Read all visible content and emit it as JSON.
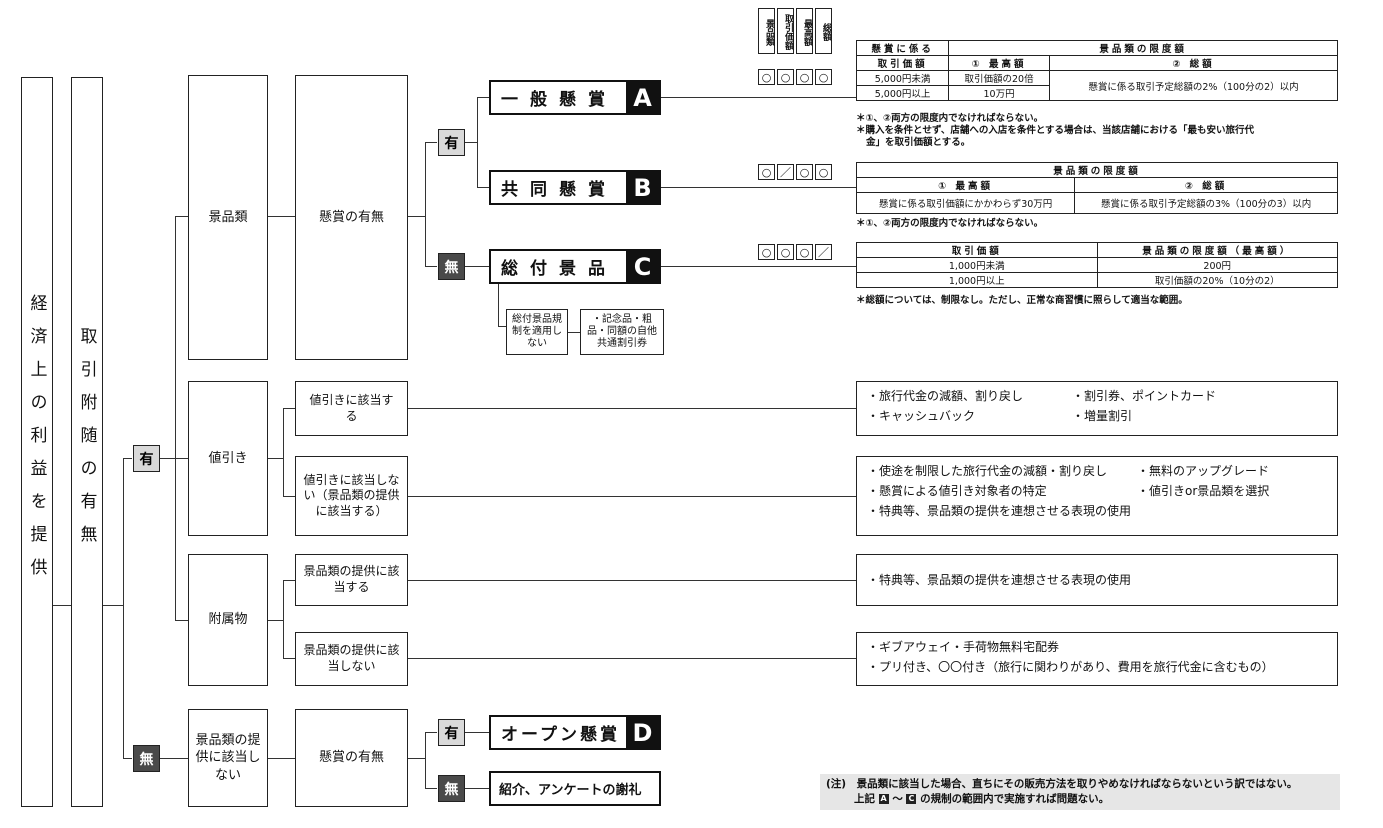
{
  "col1": "経済上の利益を提供",
  "col2": "取引附随の有無",
  "yes": "有",
  "no": "無",
  "keihin": "景品類",
  "kensho_umu": "懸賞の有無",
  "nebiki": "値引き",
  "fuzoku": "附属物",
  "not_keihin": "景品類の提供に該当しない",
  "nebiki_yes": "値引きに該当する",
  "nebiki_no": "値引きに該当しない（景品類の提供に該当する）",
  "fuzoku_yes": "景品類の提供に該当する",
  "fuzoku_no": "景品類の提供に該当しない",
  "prizes": {
    "a": {
      "name": "一般懸賞",
      "letter": "A"
    },
    "b": {
      "name": "共同懸賞",
      "letter": "B"
    },
    "c": {
      "name": "総付景品",
      "letter": "C"
    },
    "d": {
      "name": "オープン懸賞",
      "letter": "D"
    },
    "e": {
      "name": "紹介、アンケートの謝礼"
    }
  },
  "c_note1": "総付景品規制を適用しない",
  "c_note2": "・記念品・粗品・同額の自他共通割引券",
  "check_headers": [
    "景品類",
    "取引価額",
    "最高額",
    "総額"
  ],
  "checks": {
    "a": [
      "○",
      "○",
      "○",
      "○"
    ],
    "b": [
      "○",
      "／",
      "○",
      "○"
    ],
    "c": [
      "○",
      "○",
      "○",
      "／"
    ]
  },
  "table_a": {
    "h1": "懸賞に係る",
    "h2": "取引価額",
    "h3": "景品類の限度額",
    "h4": "① 最高額",
    "h5": "② 総額",
    "r1c1": "5,000円未満",
    "r1c2": "取引価額の20倍",
    "r2c1": "5,000円以上",
    "r2c2": "10万円",
    "total": "懸賞に係る取引予定総額の2%（100分の2）以内",
    "note1": "＊①、②両方の限度内でなければならない。",
    "note2": "＊購入を条件とせず、店舗への入店を条件とする場合は、当該店舗における「最も安い旅行代",
    "note3": "金」を取引価額とする。"
  },
  "table_b": {
    "h1": "景品類の限度額",
    "h2": "① 最高額",
    "h3": "② 総額",
    "c1": "懸賞に係る取引価額にかかわらず30万円",
    "c2": "懸賞に係る取引予定総額の3%（100分の3）以内",
    "note": "＊①、②両方の限度内でなければならない。"
  },
  "table_c": {
    "h1": "取引価額",
    "h2": "景品類の限度額（最高額）",
    "r1c1": "1,000円未満",
    "r1c2": "200円",
    "r2c1": "1,000円以上",
    "r2c2": "取引価額の20%（10分の2）",
    "note": "＊総額については、制限なし。ただし、正常な商習慣に照らして適当な範囲。"
  },
  "ex1": [
    "・旅行代金の減額、割り戻し",
    "・割引券、ポイントカード",
    "・キャッシュバック",
    "・増量割引"
  ],
  "ex2": [
    "・使途を制限した旅行代金の減額・割り戻し",
    "・無料のアップグレード",
    "・懸賞による値引き対象者の特定",
    "・値引きor景品類を選択",
    "・特典等、景品類の提供を連想させる表現の使用"
  ],
  "ex3": [
    "・特典等、景品類の提供を連想させる表現の使用"
  ],
  "ex4": [
    "・ギブアウェイ・手荷物無料宅配券",
    "・プリ付き、〇〇付き（旅行に関わりがあり、費用を旅行代金に含むもの）"
  ],
  "footnote1": "(注)　景品類に該当した場合、直ちにその販売方法を取りやめなければならないという訳ではない。",
  "footnote2a": "上記",
  "footnote2b": "A",
  "footnote2c": "～",
  "footnote2d": "C",
  "footnote2e": "の規制の範囲内で実施すれば問題ない。"
}
